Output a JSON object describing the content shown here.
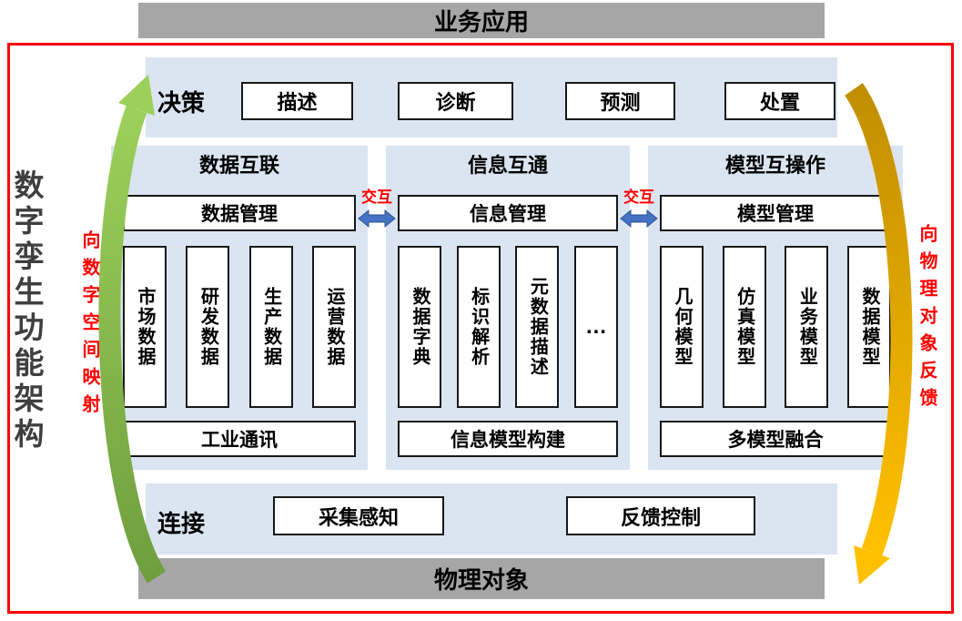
{
  "bars": {
    "top": "业务应用",
    "bottom": "物理对象"
  },
  "left_title": "数字孪生功能架构",
  "side_labels": {
    "left": "向数字空间映射",
    "right": "向物理对象反馈"
  },
  "decision": {
    "label": "决策",
    "items": [
      "描述",
      "诊断",
      "预测",
      "处置"
    ]
  },
  "interaction": {
    "label": "交互"
  },
  "columns": [
    {
      "title": "数据互联",
      "manager": "数据管理",
      "items": [
        "市场数据",
        "研发数据",
        "生产数据",
        "运营数据"
      ],
      "footer": "工业通讯"
    },
    {
      "title": "信息互通",
      "manager": "信息管理",
      "items": [
        "数据字典",
        "标识解析",
        "元数据描述",
        "…"
      ],
      "footer": "信息模型构建"
    },
    {
      "title": "模型互操作",
      "manager": "模型管理",
      "items": [
        "几何模型",
        "仿真模型",
        "业务模型",
        "数据模型"
      ],
      "footer": "多模型融合"
    }
  ],
  "connection": {
    "label": "连接",
    "items": [
      "采集感知",
      "反馈控制"
    ]
  },
  "colors": {
    "panel_blue": "#dbe5f1",
    "bar_gray": "#a6a6a6",
    "frame_red": "#fe0000",
    "accent_red": "#fe0000",
    "arrow_blue": "#4472c4",
    "arrow_green_light": "#9cd05a",
    "arrow_green_dark": "#6f9f3e",
    "arrow_gold_light": "#ffc000",
    "arrow_gold_dark": "#c18e00",
    "box_border": "#181818"
  }
}
